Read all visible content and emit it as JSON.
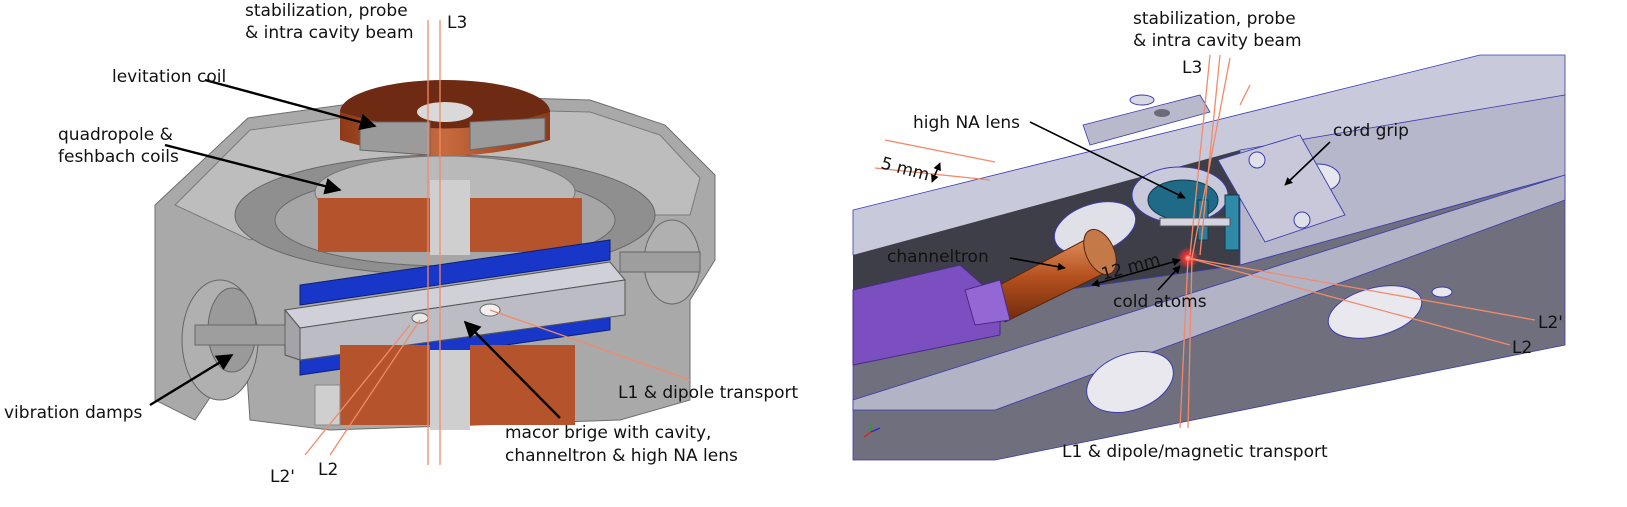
{
  "left_panel": {
    "labels": {
      "stab_line1": "stabilization, probe",
      "stab_line2": "& intra cavity beam",
      "l3": "L3",
      "levitation_coil": "levitation coil",
      "quad_line1": "quadropole &",
      "quad_line2": "feshbach coils",
      "vibration_damps": "vibration damps",
      "l2prime": "L2'",
      "l2": "L2",
      "l1": "L1 & dipole transport",
      "macor_line1": "macor brige with cavity,",
      "macor_line2": "channeltron & high NA lens"
    }
  },
  "right_panel": {
    "labels": {
      "stab_line1": "stabilization, probe",
      "stab_line2": "& intra cavity beam",
      "l3": "L3",
      "high_na_lens": "high NA lens",
      "cord_grip": "cord grip",
      "five_mm": "5 mm",
      "channeltron": "channeltron",
      "twelve_mm": "12 mm",
      "cold_atoms": "cold atoms",
      "l2prime": "L2'",
      "l2": "L2",
      "l1": "L1 & dipole/magnetic transport"
    }
  },
  "colors": {
    "copper": "#b5532c",
    "copper_dark": "#6e2a12",
    "blue": "#1837c8",
    "steel": "#9a9a9a",
    "steel_light": "#c8c8c8",
    "rail_top": "#c9c9dc",
    "rail_side": "#6a6a78",
    "purple": "#7b4fbf",
    "teal": "#1f6a86",
    "laser": "#f28a6a",
    "atoms": "#ff2020"
  }
}
